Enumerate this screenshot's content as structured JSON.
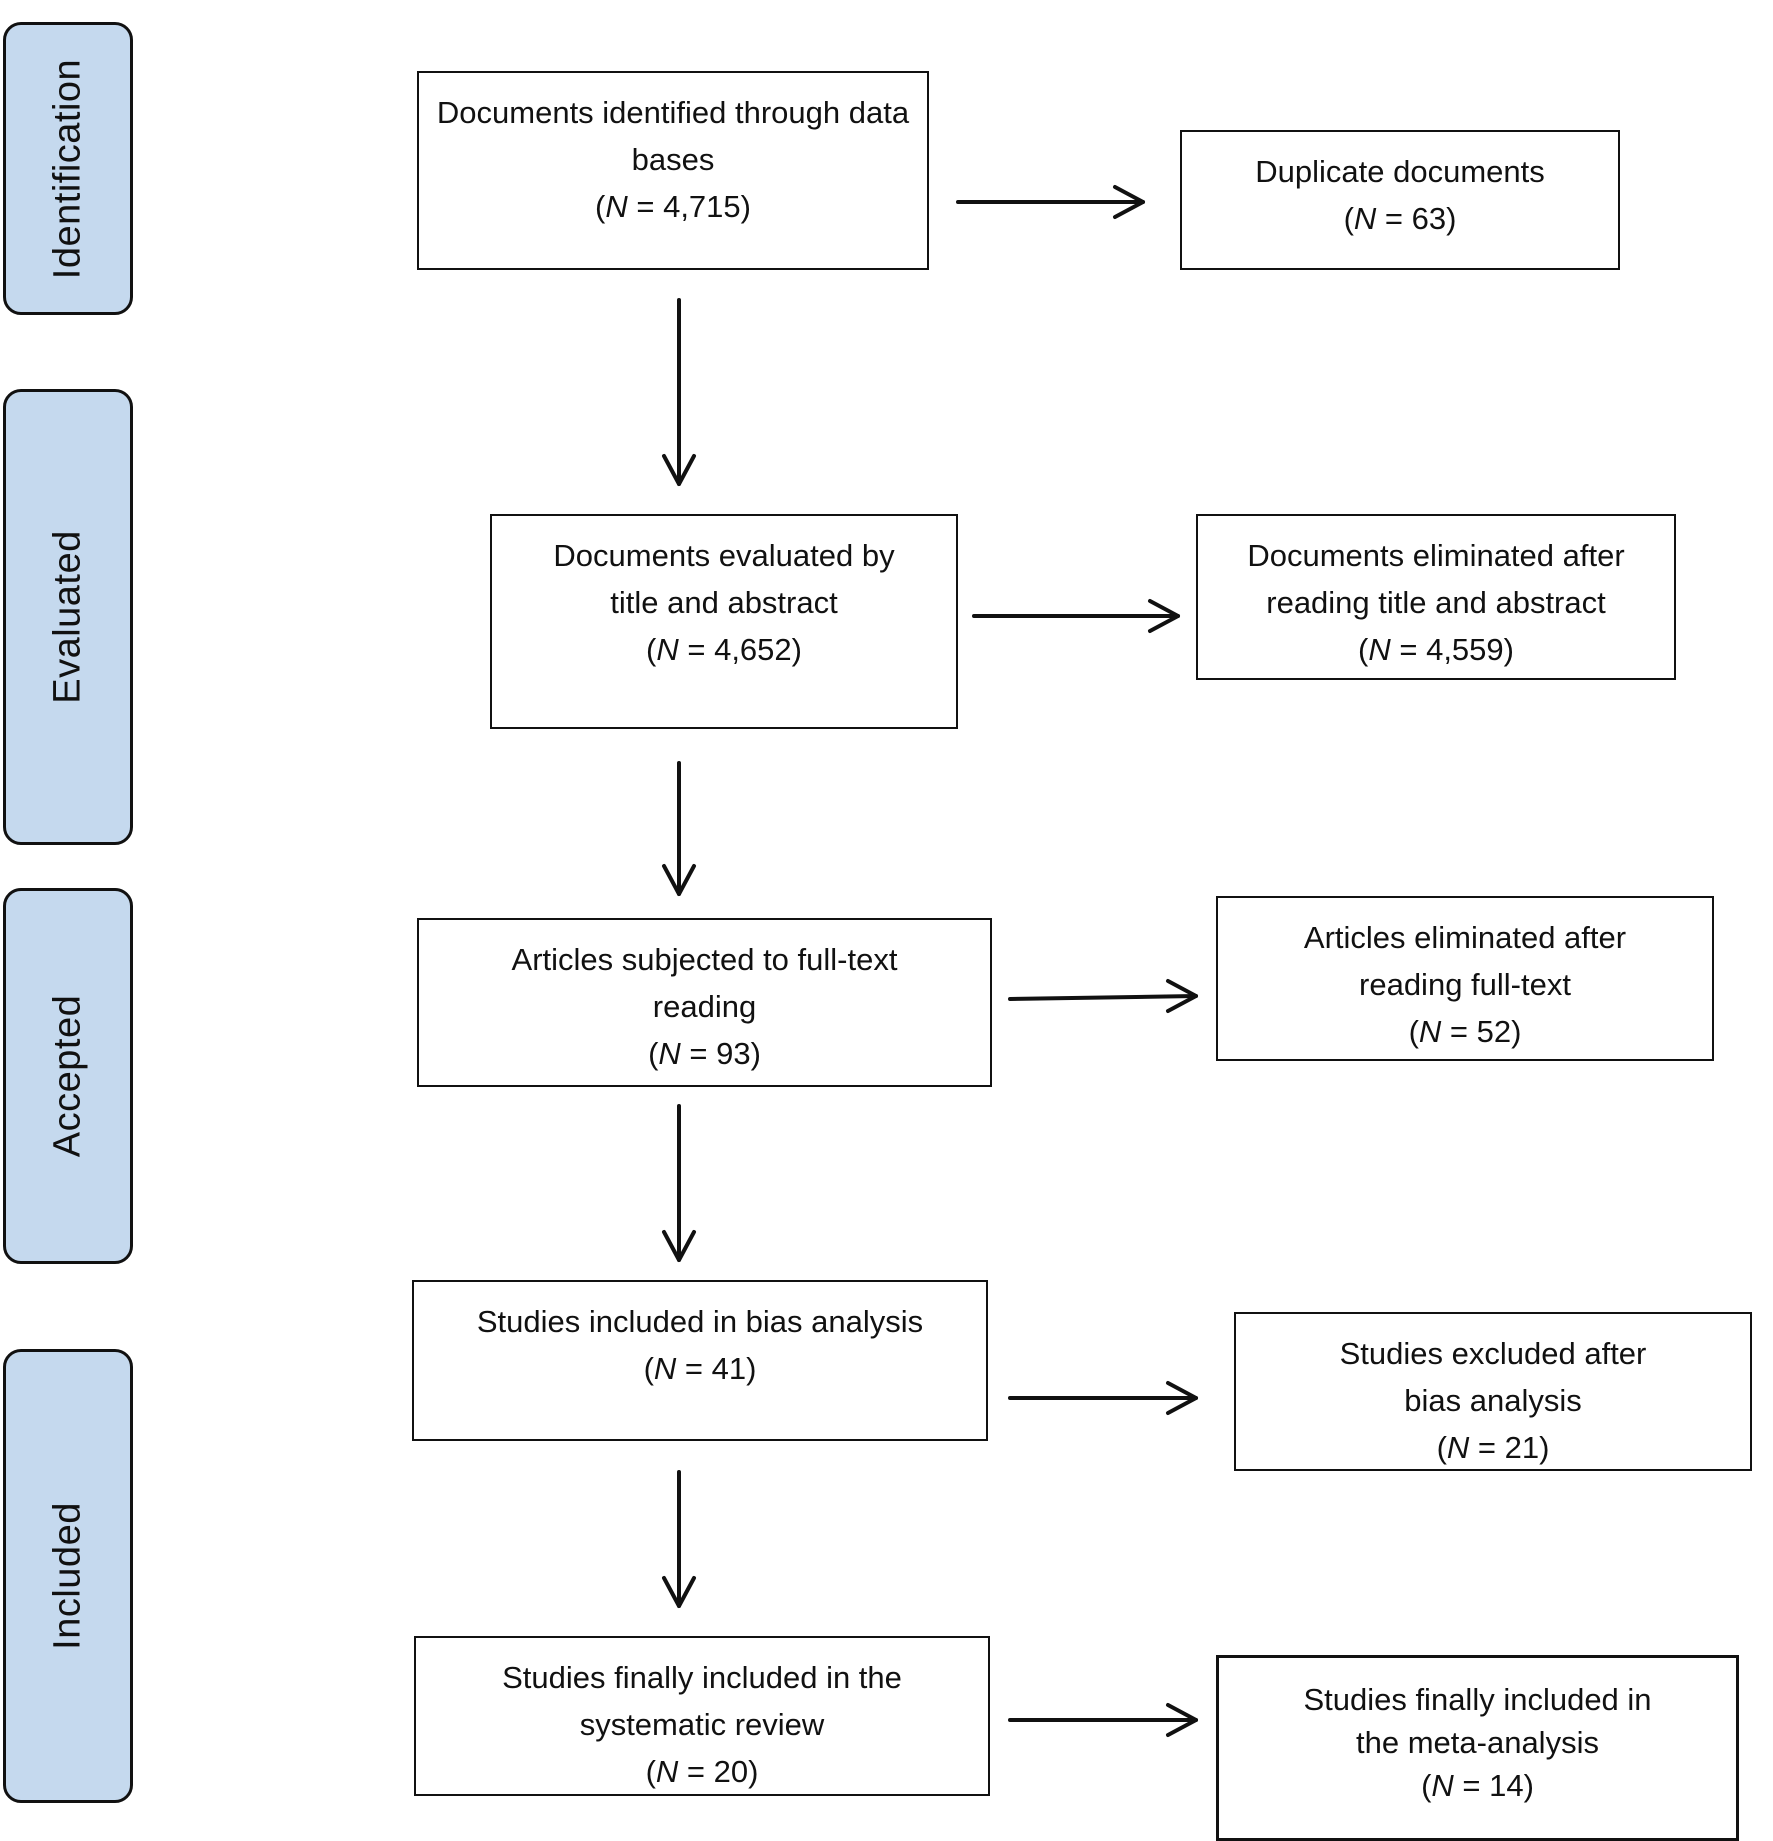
{
  "phases": {
    "identification": "Identification",
    "evaluated": "Evaluated",
    "accepted": "Accepted",
    "included": "Included"
  },
  "boxes": {
    "identified": {
      "text": "Documents identified through data bases",
      "n_symbol": "N",
      "n_value": "= 4,715"
    },
    "duplicates": {
      "text": "Duplicate documents",
      "n_symbol": "N",
      "n_value": "= 63"
    },
    "evaluated": {
      "text": "Documents evaluated by title and abstract",
      "n_symbol": "N",
      "n_value": "= 4,652"
    },
    "eliminated_title_abstract": {
      "text": "Documents eliminated after reading title and abstract",
      "n_symbol": "N",
      "n_value": "= 4,559"
    },
    "fulltext": {
      "text": "Articles subjected to full-text reading",
      "n_symbol": "N",
      "n_value": "= 93"
    },
    "eliminated_fulltext": {
      "text": "Articles eliminated after reading full-text",
      "n_symbol": "N",
      "n_value": "= 52"
    },
    "bias_analysis": {
      "text": "Studies included in bias analysis",
      "n_symbol": "N",
      "n_value": "= 41"
    },
    "excluded_bias": {
      "text": "Studies excluded after bias analysis",
      "n_symbol": "N",
      "n_value": "= 21"
    },
    "systematic_review": {
      "text": "Studies finally included in the systematic review",
      "n_symbol": "N",
      "n_value": "= 20"
    },
    "meta_analysis": {
      "text": "Studies finally included in the meta-analysis",
      "n_symbol": "N",
      "n_value": "= 14"
    }
  }
}
